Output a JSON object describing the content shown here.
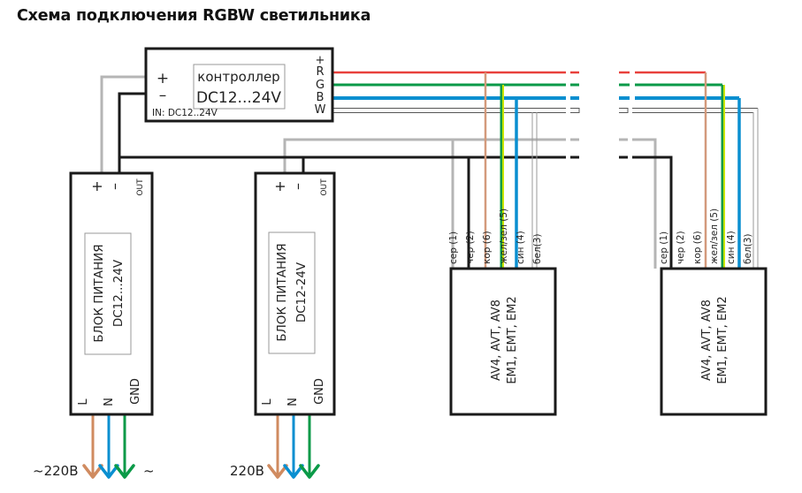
{
  "title": "Схема подключения RGBW светильника",
  "colors": {
    "red": "#e8413c",
    "green": "#0b9a48",
    "blue": "#0a8fd0",
    "white_wire_outline": "#555555",
    "gray": "#b5b5b5",
    "black": "#1a1a1a",
    "brown": "#d39a7c",
    "yellow_green": "#c8e400",
    "power_L": "#d08b60",
    "power_N": "#0a8fd0",
    "power_GND": "#0b9a48"
  },
  "controller": {
    "label_line1": "контроллер",
    "label_line2": "DC12...24V",
    "input_spec": "IN: DC12..24V",
    "in_plus": "+",
    "in_minus": "–",
    "out_terminals": [
      "+",
      "R",
      "G",
      "B",
      "W"
    ]
  },
  "power_supplies": [
    {
      "label_line1": "БЛОК ПИТАНИЯ",
      "label_line2": "DC12...24V",
      "out_label": "OUT",
      "out_plus": "+",
      "out_minus": "–",
      "inputs": [
        "L",
        "N",
        "GND"
      ],
      "mains_label": "~220В",
      "mains_suffix": "~"
    },
    {
      "label_line1": "БЛОК ПИТАНИЯ",
      "label_line2": "DC12-24V",
      "out_label": "OUT",
      "out_plus": "+",
      "out_minus": "–",
      "inputs": [
        "L",
        "N",
        "GND"
      ],
      "mains_label": "220В",
      "mains_suffix": ""
    }
  ],
  "fixtures": [
    {
      "label_line1": "AV4, AVT, AV8",
      "label_line2": "EM1, EMT, EM2",
      "wires": [
        "сер (1)",
        "чер (2)",
        "кор (6)",
        "жел/зел (5)",
        "син (4)",
        "бел(3)"
      ]
    },
    {
      "label_line1": "AV4, AVT, AV8",
      "label_line2": "EM1, EMT, EM2",
      "wires": [
        "сер (1)",
        "чер (2)",
        "кор (6)",
        "жел/зел (5)",
        "син (4)",
        "бел(3)"
      ]
    }
  ]
}
